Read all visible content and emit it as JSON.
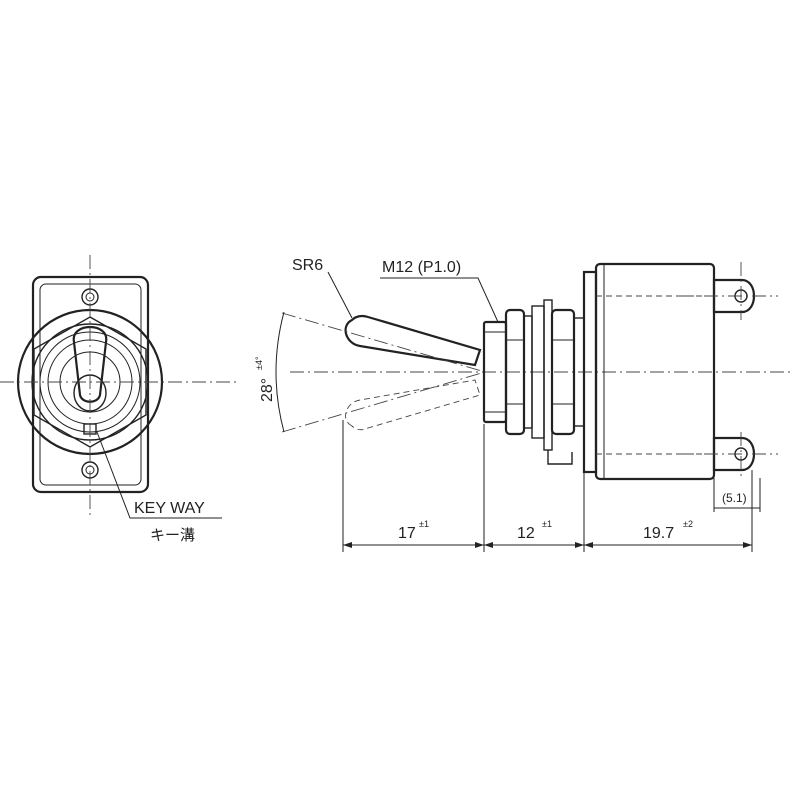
{
  "labels": {
    "sr6": "SR6",
    "thread": "M12 (P1.0)",
    "angle": "28°",
    "angle_tol": "±4°",
    "keyway_en": "KEY WAY",
    "keyway_jp": "キー溝",
    "dim_lever": "17",
    "dim_lever_tol": "±1",
    "dim_bushing": "12",
    "dim_bushing_tol": "±1",
    "dim_body": "19.7",
    "dim_body_tol": "±2",
    "dim_terminal": "(5.1)"
  }
}
